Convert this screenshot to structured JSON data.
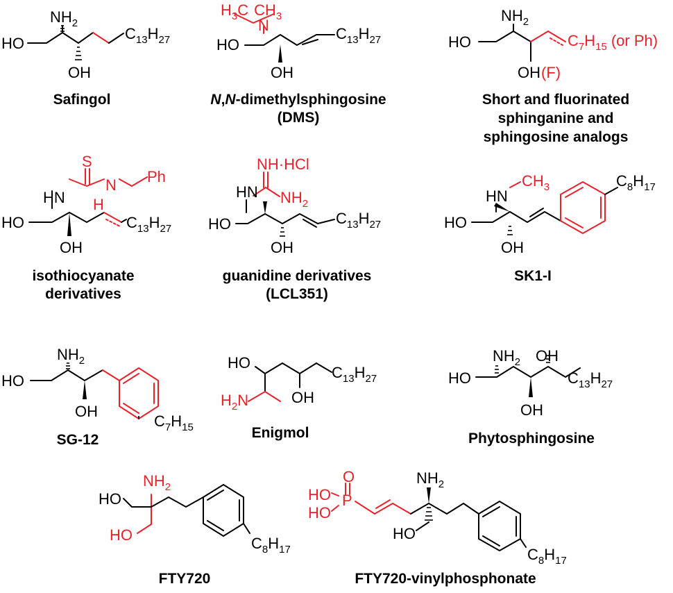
{
  "molecules": [
    {
      "caption": [
        "Safingol"
      ],
      "labels": {
        "nh2": "NH",
        "nh2_sub": "2",
        "ho": "HO",
        "oh": "OH",
        "chain": "C",
        "chain_sub1": "13",
        "chain_h": "H",
        "chain_sub2": "27"
      }
    },
    {
      "caption": [
        "N,N-dimethylsphingosine",
        "(DMS)"
      ],
      "caption_italic": "N",
      "labels": {
        "nme_left": "H",
        "nme_left_sub": "3",
        "nme_left_c": "C",
        "nme_n": "N",
        "nme_right": "CH",
        "nme_right_sub": "3",
        "ho": "HO",
        "oh": "OH",
        "chain": "C",
        "chain_sub1": "13",
        "chain_h": "H",
        "chain_sub2": "27"
      }
    },
    {
      "caption": [
        "Short and fluorinated",
        "sphinganine and",
        "sphingosine analogs"
      ],
      "labels": {
        "nh2": "NH",
        "nh2_sub": "2",
        "ho": "HO",
        "oh": "OH",
        "f": "(F)",
        "chain": "C",
        "chain_sub1": "7",
        "chain_h": "H",
        "chain_sub2": "15",
        "alt": "(or Ph)"
      }
    },
    {
      "caption": [
        "isothiocyanate",
        "derivatives"
      ],
      "labels": {
        "s": "S",
        "hn": "HN",
        "n": "N",
        "h": "H",
        "ph": "Ph",
        "ho": "HO",
        "oh": "OH",
        "chain": "C",
        "chain_sub1": "13",
        "chain_h": "H",
        "chain_sub2": "27"
      }
    },
    {
      "caption": [
        "guanidine derivatives",
        "(LCL351)"
      ],
      "labels": {
        "nh": "NH",
        "hcl": "·HCl",
        "nh2": "NH",
        "nh2_sub": "2",
        "hn": "HN",
        "ho": "HO",
        "oh": "OH",
        "chain": "C",
        "chain_sub1": "13",
        "chain_h": "H",
        "chain_sub2": "27"
      }
    },
    {
      "caption": [
        "SK1-I"
      ],
      "labels": {
        "hn": "HN",
        "ch3": "CH",
        "ch3_sub": "3",
        "ho": "HO",
        "oh": "OH",
        "chain": "C",
        "chain_sub1": "8",
        "chain_h": "H",
        "chain_sub2": "17"
      }
    },
    {
      "caption": [
        "SG-12"
      ],
      "labels": {
        "nh2": "NH",
        "nh2_sub": "2",
        "ho": "HO",
        "oh": "OH",
        "chain": "C",
        "chain_sub1": "7",
        "chain_h": "H",
        "chain_sub2": "15"
      }
    },
    {
      "caption": [
        "Enigmol"
      ],
      "labels": {
        "ho": "HO",
        "h2n": "H",
        "h2n_sub": "2",
        "h2n_n": "N",
        "oh": "OH",
        "chain": "C",
        "chain_sub1": "13",
        "chain_h": "H",
        "chain_sub2": "27"
      }
    },
    {
      "caption": [
        "Phytosphingosine"
      ],
      "labels": {
        "nh2": "NH",
        "nh2_sub": "2",
        "oh_top": "OH",
        "ho": "HO",
        "oh": "OH",
        "chain": "C",
        "chain_sub1": "13",
        "chain_h": "H",
        "chain_sub2": "27"
      }
    },
    {
      "caption": [
        "FTY720"
      ],
      "labels": {
        "nh2": "NH",
        "nh2_sub": "2",
        "ho_top": "HO",
        "ho_bot": "HO",
        "chain": "C",
        "chain_sub1": "8",
        "chain_h": "H",
        "chain_sub2": "17"
      }
    },
    {
      "caption": [
        "FTY720-vinylphosphonate"
      ],
      "labels": {
        "o": "O",
        "ho1": "HO",
        "p": "P",
        "ho2": "HO",
        "nh2": "NH",
        "nh2_sub": "2",
        "ho": "HO",
        "chain": "C",
        "chain_sub1": "8",
        "chain_h": "H",
        "chain_sub2": "17"
      }
    }
  ],
  "colors": {
    "bond": "#000000",
    "highlight": "#e8212a",
    "background": "#ffffff"
  }
}
